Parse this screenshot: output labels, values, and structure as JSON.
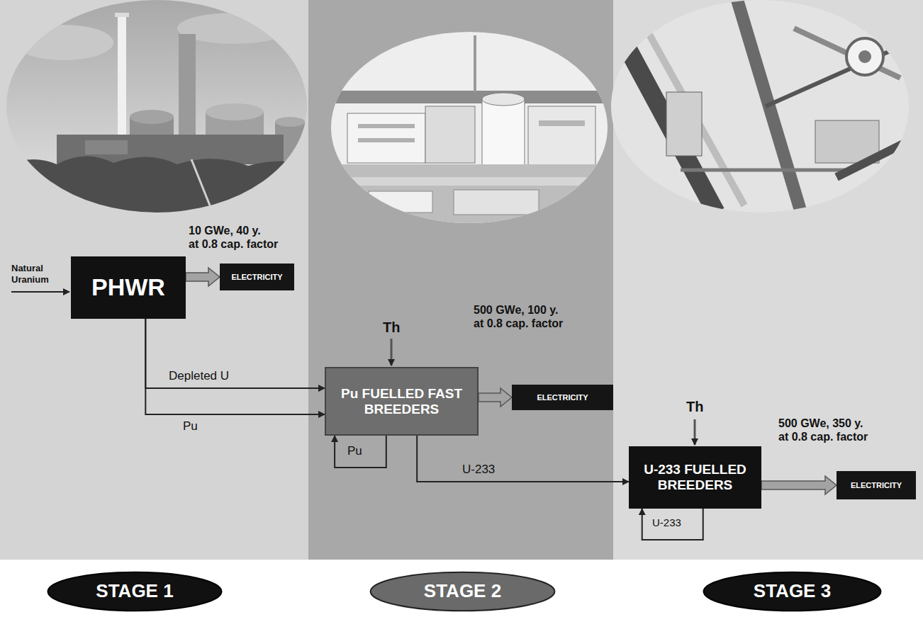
{
  "diagram": {
    "nodes": [
      {
        "text": [
          "PHWR"
        ]
      },
      {
        "text": [
          "ELECTRICITY"
        ]
      },
      {
        "text": [
          "Pu FUELLED FAST BREEDERS"
        ]
      },
      {
        "text": [
          "ELECTRICITY"
        ]
      },
      {
        "text": [
          "U-233 FUELLED BREEDERS"
        ]
      },
      {
        "text": [
          "ELECTRICITY"
        ]
      },
      {
        "text": [
          "STAGE 1"
        ]
      },
      {
        "text": [
          "STAGE 2"
        ]
      },
      {
        "text": [
          "STAGE 3"
        ]
      }
    ],
    "edges": [
      {
        "from": 0,
        "to": 1,
        "arrow": "to"
      },
      {
        "from": 0,
        "to": 2,
        "label": "Depleted U",
        "arrow": "to"
      },
      {
        "from": 0,
        "to": 2,
        "label": "Pu",
        "arrow": "to"
      },
      {
        "from": 2,
        "to": 3,
        "arrow": "to"
      },
      {
        "from": 2,
        "to": 2,
        "label": "Pu",
        "arrow": "to"
      },
      {
        "from": 2,
        "to": 4,
        "label": "U-233",
        "arrow": "to"
      },
      {
        "from": 4,
        "to": 5,
        "arrow": "to"
      },
      {
        "from": 4,
        "to": 4,
        "label": "U-233",
        "arrow": "to"
      }
    ],
    "labels": [
      "Natural Uranium",
      "10 GWe, 40 y. at 0.8 cap. factor",
      "Th",
      "500 GWe, 100 y. at 0.8 cap. factor",
      "Th",
      "500 GWe, 350 y. at 0.8 cap. factor"
    ]
  }
}
